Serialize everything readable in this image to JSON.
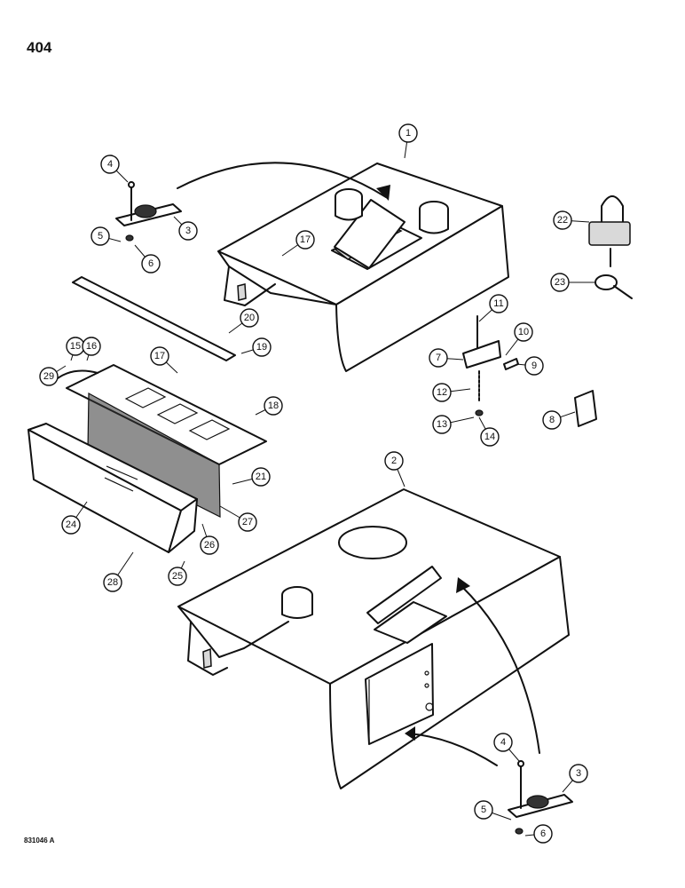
{
  "page_number": "404",
  "drawing_id": "831046 A",
  "callouts": [
    {
      "id": "c1",
      "label": "1"
    },
    {
      "id": "c2",
      "label": "2"
    },
    {
      "id": "c3a",
      "label": "3"
    },
    {
      "id": "c3b",
      "label": "3"
    },
    {
      "id": "c4a",
      "label": "4"
    },
    {
      "id": "c4b",
      "label": "4"
    },
    {
      "id": "c5a",
      "label": "5"
    },
    {
      "id": "c5b",
      "label": "5"
    },
    {
      "id": "c6a",
      "label": "6"
    },
    {
      "id": "c6b",
      "label": "6"
    },
    {
      "id": "c7",
      "label": "7"
    },
    {
      "id": "c8",
      "label": "8"
    },
    {
      "id": "c9",
      "label": "9"
    },
    {
      "id": "c10",
      "label": "10"
    },
    {
      "id": "c11",
      "label": "11"
    },
    {
      "id": "c12",
      "label": "12"
    },
    {
      "id": "c13",
      "label": "13"
    },
    {
      "id": "c14",
      "label": "14"
    },
    {
      "id": "c15",
      "label": "15"
    },
    {
      "id": "c16",
      "label": "16"
    },
    {
      "id": "c17a",
      "label": "17"
    },
    {
      "id": "c17b",
      "label": "17"
    },
    {
      "id": "c18",
      "label": "18"
    },
    {
      "id": "c19",
      "label": "19"
    },
    {
      "id": "c20",
      "label": "20"
    },
    {
      "id": "c21",
      "label": "21"
    },
    {
      "id": "c22",
      "label": "22"
    },
    {
      "id": "c23",
      "label": "23"
    },
    {
      "id": "c24",
      "label": "24"
    },
    {
      "id": "c25",
      "label": "25"
    },
    {
      "id": "c26",
      "label": "26"
    },
    {
      "id": "c27",
      "label": "27"
    },
    {
      "id": "c28",
      "label": "28"
    },
    {
      "id": "c29",
      "label": "29"
    }
  ]
}
